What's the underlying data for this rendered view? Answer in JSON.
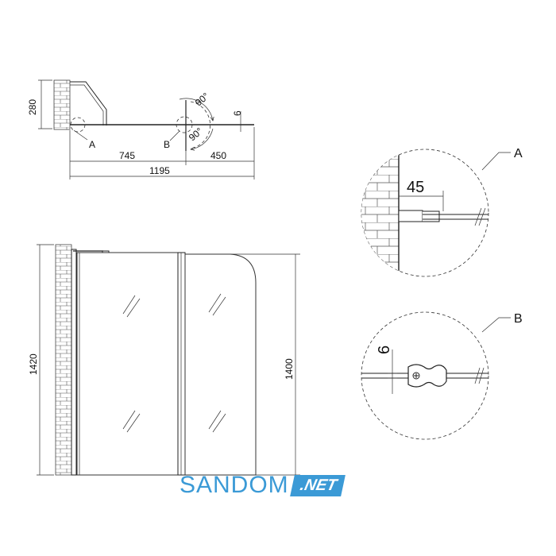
{
  "top_view": {
    "dim_wall_depth": "280",
    "dim_hinge_to_clamp": "745",
    "dim_second_panel": "450",
    "dim_total_width": "1195",
    "dim_glass_thickness": "6",
    "angle_upper": "90°",
    "angle_lower": "90°",
    "marker_a": "A",
    "marker_b": "B"
  },
  "front_view": {
    "dim_total_height": "1420",
    "dim_glass_height": "1400"
  },
  "detail_a": {
    "label": "A",
    "dim_wall_gap": "45"
  },
  "detail_b": {
    "label": "B",
    "dim_glass_thickness": "6"
  },
  "logo": {
    "brand": "SANDOM",
    "suffix": ".NET",
    "color": "#3b9ad6"
  }
}
